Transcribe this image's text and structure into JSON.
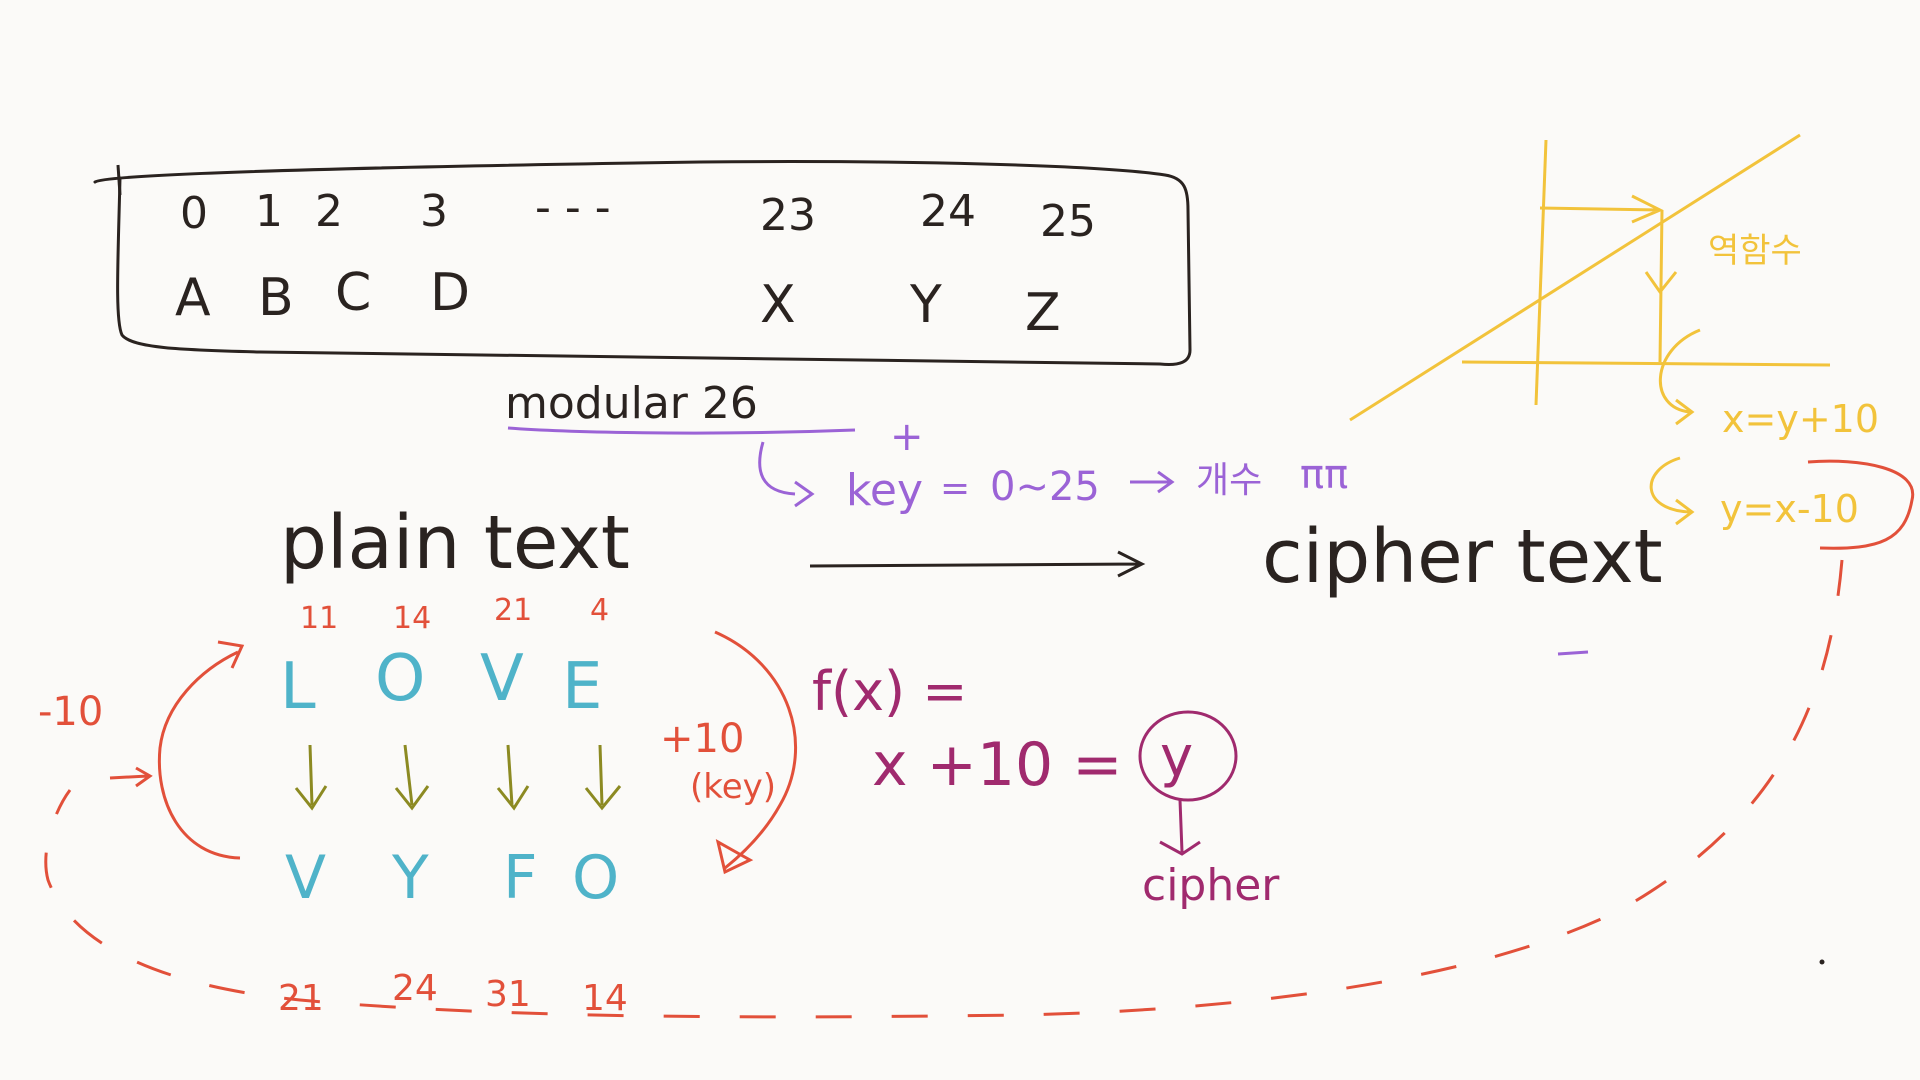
{
  "alphabet_table": {
    "numbers": [
      "0",
      "1",
      "2",
      "3",
      "- - -",
      "23",
      "24",
      "25"
    ],
    "letters": [
      "A",
      "B",
      "C",
      "D",
      "X",
      "Y",
      "Z"
    ]
  },
  "modular_label": "modular 26",
  "plus_mark": "+",
  "key_note": {
    "key_label": "key",
    "equals": "=",
    "range": "0~25",
    "count_label": "개수",
    "sad_face": "ππ"
  },
  "plain_text_label": "plain text",
  "cipher_text_label": "cipher text",
  "encrypt": {
    "plain_numbers": [
      "11",
      "14",
      "21",
      "4"
    ],
    "plain_letters": [
      "L",
      "O",
      "V",
      "E"
    ],
    "cipher_letters": [
      "V",
      "Y",
      "F",
      "O"
    ],
    "cipher_numbers": [
      "21",
      "24",
      "31",
      "14"
    ],
    "plus_key": "+10",
    "key_paren": "(key)",
    "minus_key": "-10"
  },
  "function": {
    "lhs": "f(x) =",
    "rhs_expr": "x +10 =",
    "result_var": "y",
    "result_label": "cipher"
  },
  "inverse_graph": {
    "inverse_label": "역함수",
    "eq1": "x=y+10",
    "eq2": "y=x-10"
  },
  "colors": {
    "black": "#2a2320",
    "purple": "#9b63d6",
    "red": "#e2503a",
    "cyan": "#4fb3c9",
    "yellow": "#f2c33b",
    "magenta": "#a02a6e",
    "olive": "#8c8a22"
  }
}
